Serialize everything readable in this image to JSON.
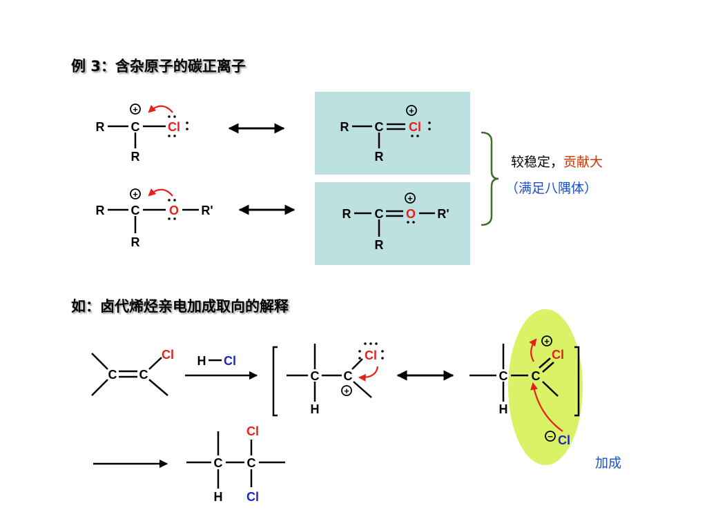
{
  "heading1": "例 3：含杂原子的碳正离子",
  "heading2": "如：卤代烯烃亲电加成取向的解释",
  "note_black": "较稳定，",
  "note_red": "贡献大",
  "note_blue": "（满足八隅体）",
  "addition_label": "加成",
  "atoms": {
    "R": "R",
    "R_prime": "R'",
    "C": "C",
    "Cl": "Cl",
    "O": "O",
    "H": "H"
  },
  "charges": {
    "plus": "+",
    "minus": "−"
  },
  "colors": {
    "heteroatom_red": "#e8201b",
    "reagent_blue": "#1a27c7",
    "panel": "#bde0e0",
    "brace": "#3b6f2a",
    "highlight": "#d9f266",
    "note_red": "#cc3300",
    "note_blue": "#1a4fcc"
  }
}
